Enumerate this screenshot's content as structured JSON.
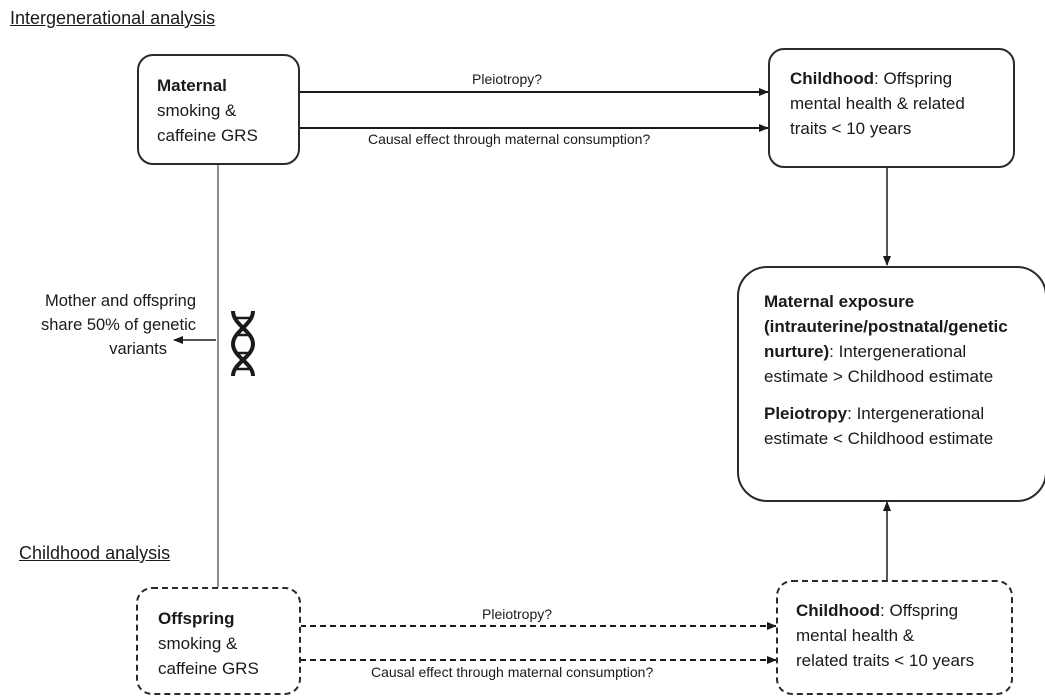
{
  "titles": {
    "intergenerational": "Intergenerational analysis",
    "childhood": "Childhood analysis"
  },
  "maternal_box": {
    "bold": "Maternal",
    "line2": "smoking &",
    "line3": "caffeine GRS"
  },
  "childhood_top_box": {
    "bold": "Childhood",
    "rest1": ": Offspring",
    "line2": "mental health & related",
    "line3": "traits < 10 years"
  },
  "result_box": {
    "exposure_bold1": "Maternal exposure",
    "exposure_bold2": "(intrauterine/postnatal/genetic",
    "exposure_bold3": "nurture)",
    "exposure_rest3": ": Intergenerational",
    "exposure_line4": "estimate > Childhood estimate",
    "pleio_bold": "Pleiotropy",
    "pleio_rest1": ": Intergenerational",
    "pleio_line2": "estimate <  Childhood estimate"
  },
  "offspring_box": {
    "bold": "Offspring",
    "line2": "smoking &",
    "line3": "caffeine GRS"
  },
  "childhood_bottom_box": {
    "bold": "Childhood",
    "rest1": ": Offspring",
    "line2": "mental health &",
    "line3": "related traits < 10 years"
  },
  "arrow_labels": {
    "top_pleiotropy": "Pleiotropy?",
    "top_causal": "Causal effect through maternal consumption?",
    "bottom_pleiotropy": "Pleiotropy?",
    "bottom_causal": "Causal effect through maternal consumption?"
  },
  "side_note": {
    "line1": "Mother and offspring",
    "line2": "share 50% of genetic",
    "line3": "variants"
  },
  "icons": {
    "dna": "dna-icon"
  }
}
